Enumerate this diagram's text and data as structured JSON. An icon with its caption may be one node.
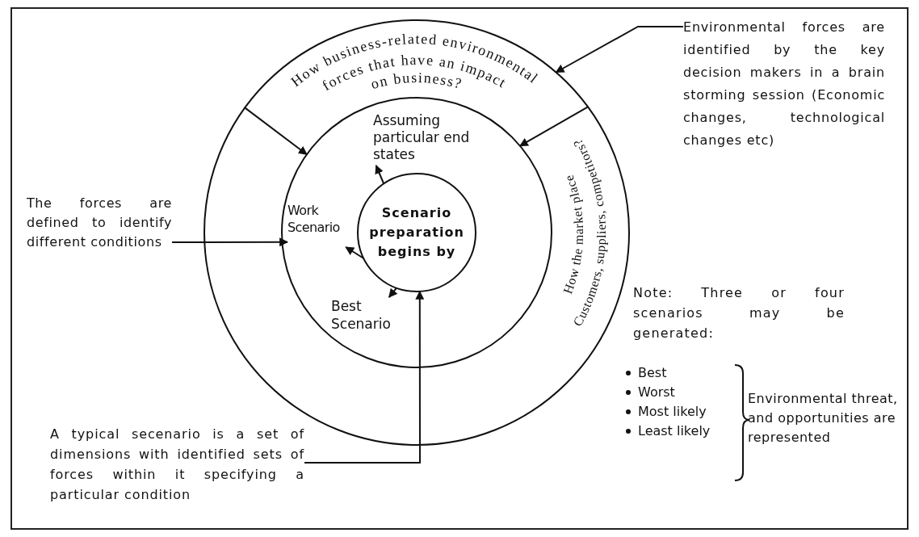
{
  "diagram": {
    "nodes": [
      {
        "text": [
          "How business-related environmental forces that have an impact on business?",
          "How the market place Customers, suppliers, competitors?"
        ]
      },
      {
        "text": [],
        "shape": "circle",
        "in": 0
      },
      {
        "text": [
          "Assuming particular end states"
        ],
        "in": 1
      },
      {
        "text": [
          "Work Scenario"
        ],
        "in": 1
      },
      {
        "text": [
          "Scenario preparation begins by"
        ],
        "in": 1
      },
      {
        "text": [
          "Best Scenario"
        ],
        "in": 1
      },
      {
        "text": [
          "Environmental forces are identified by the key decision makers in a brain storming session (Economic changes, technological changes etc)"
        ]
      },
      {
        "text": [
          "The forces are defined to identify different conditions"
        ]
      },
      {
        "text": [
          "A typical secenario is a set of dimensions with identified sets of forces within it specifying a particular condition"
        ]
      }
    ],
    "edges": [
      {
        "from": 6,
        "to": 0,
        "arrow": "to"
      },
      {
        "from": 0,
        "to": 1,
        "arrow": "to"
      },
      {
        "from": 0,
        "to": 1,
        "arrow": "to"
      },
      {
        "from": 4,
        "to": 2,
        "arrow": "to"
      },
      {
        "from": 4,
        "to": 3,
        "arrow": "to"
      },
      {
        "from": 4,
        "to": 5,
        "arrow": "to"
      },
      {
        "from": 7,
        "to": 3,
        "arrow": "to"
      },
      {
        "from": 8,
        "to": 4,
        "arrow": "to"
      }
    ],
    "labels": [
      "Note: Three or four scenarios may be generated:",
      "Best",
      "Worst",
      "Most likely",
      "Least likely",
      "Environmental threat, and opportunities are represented"
    ]
  }
}
